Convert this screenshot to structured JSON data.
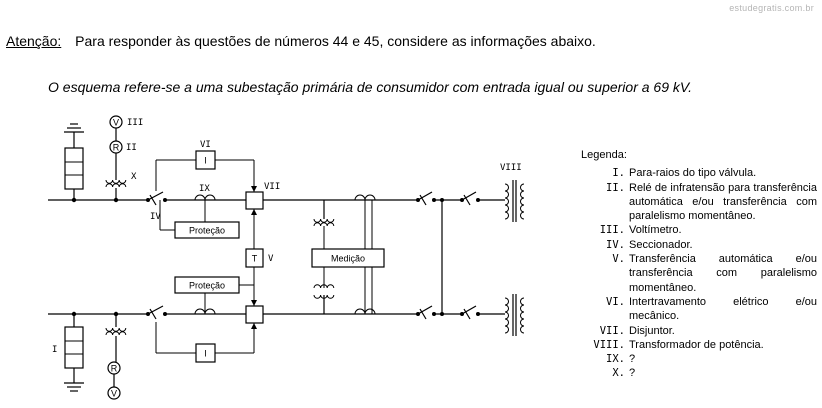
{
  "watermark": "estudegratis.com.br",
  "header": {
    "attention_label": "Atenção:",
    "attention_text": "Para responder às questões de números 44 e 45, considere as informações abaixo."
  },
  "intro": "O esquema refere-se a uma subestação primária de consumidor com entrada igual ou superior a 69 kV.",
  "diagram": {
    "labels": {
      "i": "I",
      "ii": "II",
      "iii": "III",
      "iv": "IV",
      "v": "V",
      "vi": "VI",
      "vii": "VII",
      "viii": "VIII",
      "ix": "IX",
      "x": "X"
    },
    "symbols": {
      "voltmeter": "V",
      "relay": "R",
      "interlock": "I",
      "transfer": "T"
    },
    "boxes": {
      "protection": "Proteção",
      "measurement": "Medição"
    }
  },
  "legend": {
    "title": "Legenda:",
    "items": [
      {
        "num": "I.",
        "text": "Para-raios do tipo válvula."
      },
      {
        "num": "II.",
        "text": "Relé de infratensão para transferência automática e/ou transferência com paralelismo momentâneo."
      },
      {
        "num": "III.",
        "text": "Voltímetro."
      },
      {
        "num": "IV.",
        "text": "Seccionador."
      },
      {
        "num": "V.",
        "text": "Transferência automática e/ou transferência com paralelismo momentâneo."
      },
      {
        "num": "VI.",
        "text": "Intertravamento elétrico e/ou mecânico."
      },
      {
        "num": "VII.",
        "text": "Disjuntor."
      },
      {
        "num": "VIII.",
        "text": "Transformador de potência."
      },
      {
        "num": "IX.",
        "text": "?"
      },
      {
        "num": "X.",
        "text": "?"
      }
    ]
  }
}
